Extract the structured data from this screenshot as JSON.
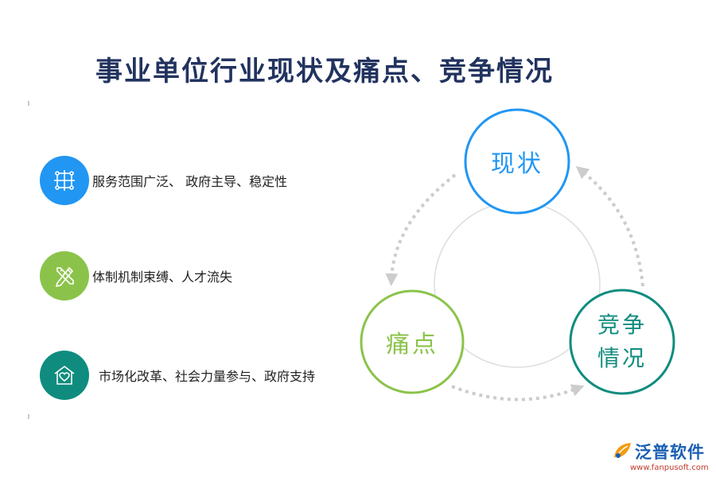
{
  "title": "事业单位行业现状及痛点、竞争情况",
  "colors": {
    "title": "#22335f",
    "blue": "#2196f3",
    "green": "#8bc34a",
    "teal": "#0f8c7e",
    "dashed": "#cccccc",
    "center_ring": "#dddddd"
  },
  "items": [
    {
      "icon": "frame-grid-icon",
      "label": "服务范围广泛、 政府主导、稳定性",
      "color": "#2196f3"
    },
    {
      "icon": "pencil-ruler-icon",
      "label": "体制机制束缚、人才流失",
      "color": "#8bc34a"
    },
    {
      "icon": "house-heart-icon",
      "label": "市场化改革、社会力量参与、政府支持",
      "color": "#0f8c7e"
    }
  ],
  "nodes": {
    "top": {
      "label": "现状",
      "color": "#2196f3"
    },
    "left": {
      "label": "痛点",
      "color": "#8bc34a"
    },
    "right": {
      "line1": "竞争",
      "line2": "情况",
      "color": "#0f8c7e"
    }
  },
  "logo": {
    "name": "泛普软件",
    "url": "www.fanpusoft.com",
    "icon": "leaf-logo-icon"
  }
}
